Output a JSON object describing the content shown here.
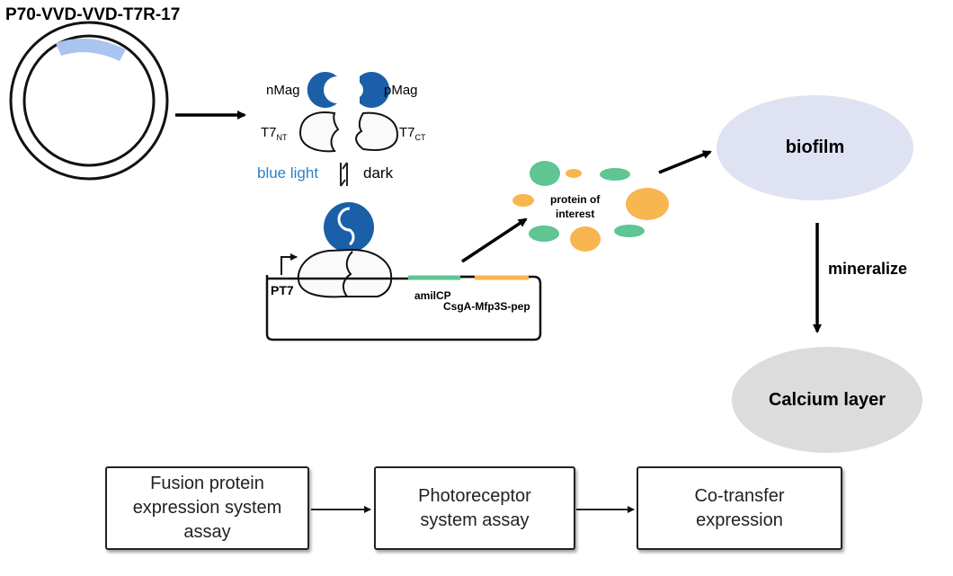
{
  "plasmid": {
    "title": "P70-VVD-VVD-T7R-17"
  },
  "photoreceptor": {
    "nmag": "nMag",
    "pmag": "pMag",
    "t7nt_main": "T7",
    "t7nt_sub": "NT",
    "t7ct_main": "T7",
    "t7ct_sub": "CT",
    "blue_light": "blue light",
    "dark": "dark"
  },
  "construct": {
    "promoter": "PT7",
    "gene1": "amilCP",
    "gene2": "CsgA-Mfp3S-pep"
  },
  "proteins": {
    "label_line1": "protein of",
    "label_line2": "interest"
  },
  "outputs": {
    "biofilm": "biofilm",
    "mineralize": "mineralize",
    "calcium": "Calcium layer"
  },
  "flow": {
    "step1_line1": "Fusion protein",
    "step1_line2": "expression system",
    "step1_line3": "assay",
    "step2_line1": "Photoreceptor",
    "step2_line2": "system assay",
    "step3_line1": "Co-transfer",
    "step3_line2": "expression"
  },
  "colors": {
    "blue_light_text": "#2f7fc3",
    "mag_blue": "#1a5fa8",
    "green": "#5ec593",
    "orange": "#f7b64f",
    "biofilm_fill": "#dfe2f3",
    "calcium_fill": "#dcdcdc",
    "plasmid_highlight": "#a9c4ef"
  }
}
